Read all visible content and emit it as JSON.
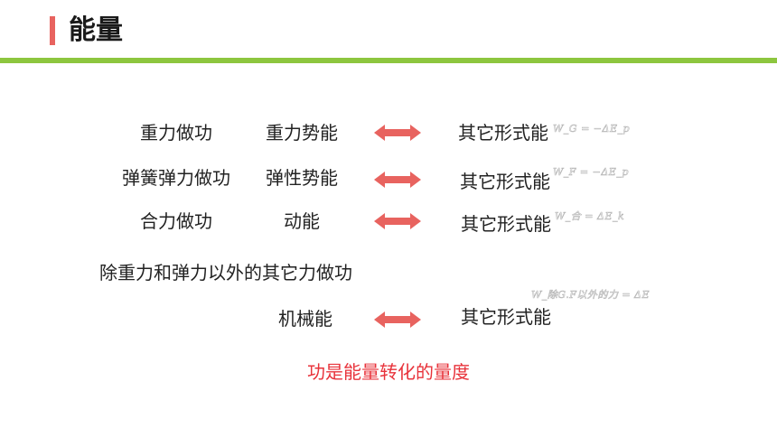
{
  "title": "能量",
  "rows": [
    {
      "work": "重力做功",
      "energy": "重力势能",
      "other": "其它形式能",
      "formula": "W_G = −ΔE_p"
    },
    {
      "work": "弹簧弹力做功",
      "energy": "弹性势能",
      "other": "其它形式能",
      "formula": "W_F = −ΔE_p"
    },
    {
      "work": "合力做功",
      "energy": "动能",
      "other": "其它形式能",
      "formula": "W_合 = ΔE_k"
    }
  ],
  "other_forces_work": "除重力和弹力以外的其它力做功",
  "mechanical": {
    "energy": "机械能",
    "other": "其它形式能",
    "formula": "W_除G.F以外的力 = ΔE"
  },
  "conclusion": "功是能量转化的量度",
  "colors": {
    "accent": "#e8635f",
    "green": "#8dc63f",
    "conclusion": "#e8333b"
  }
}
